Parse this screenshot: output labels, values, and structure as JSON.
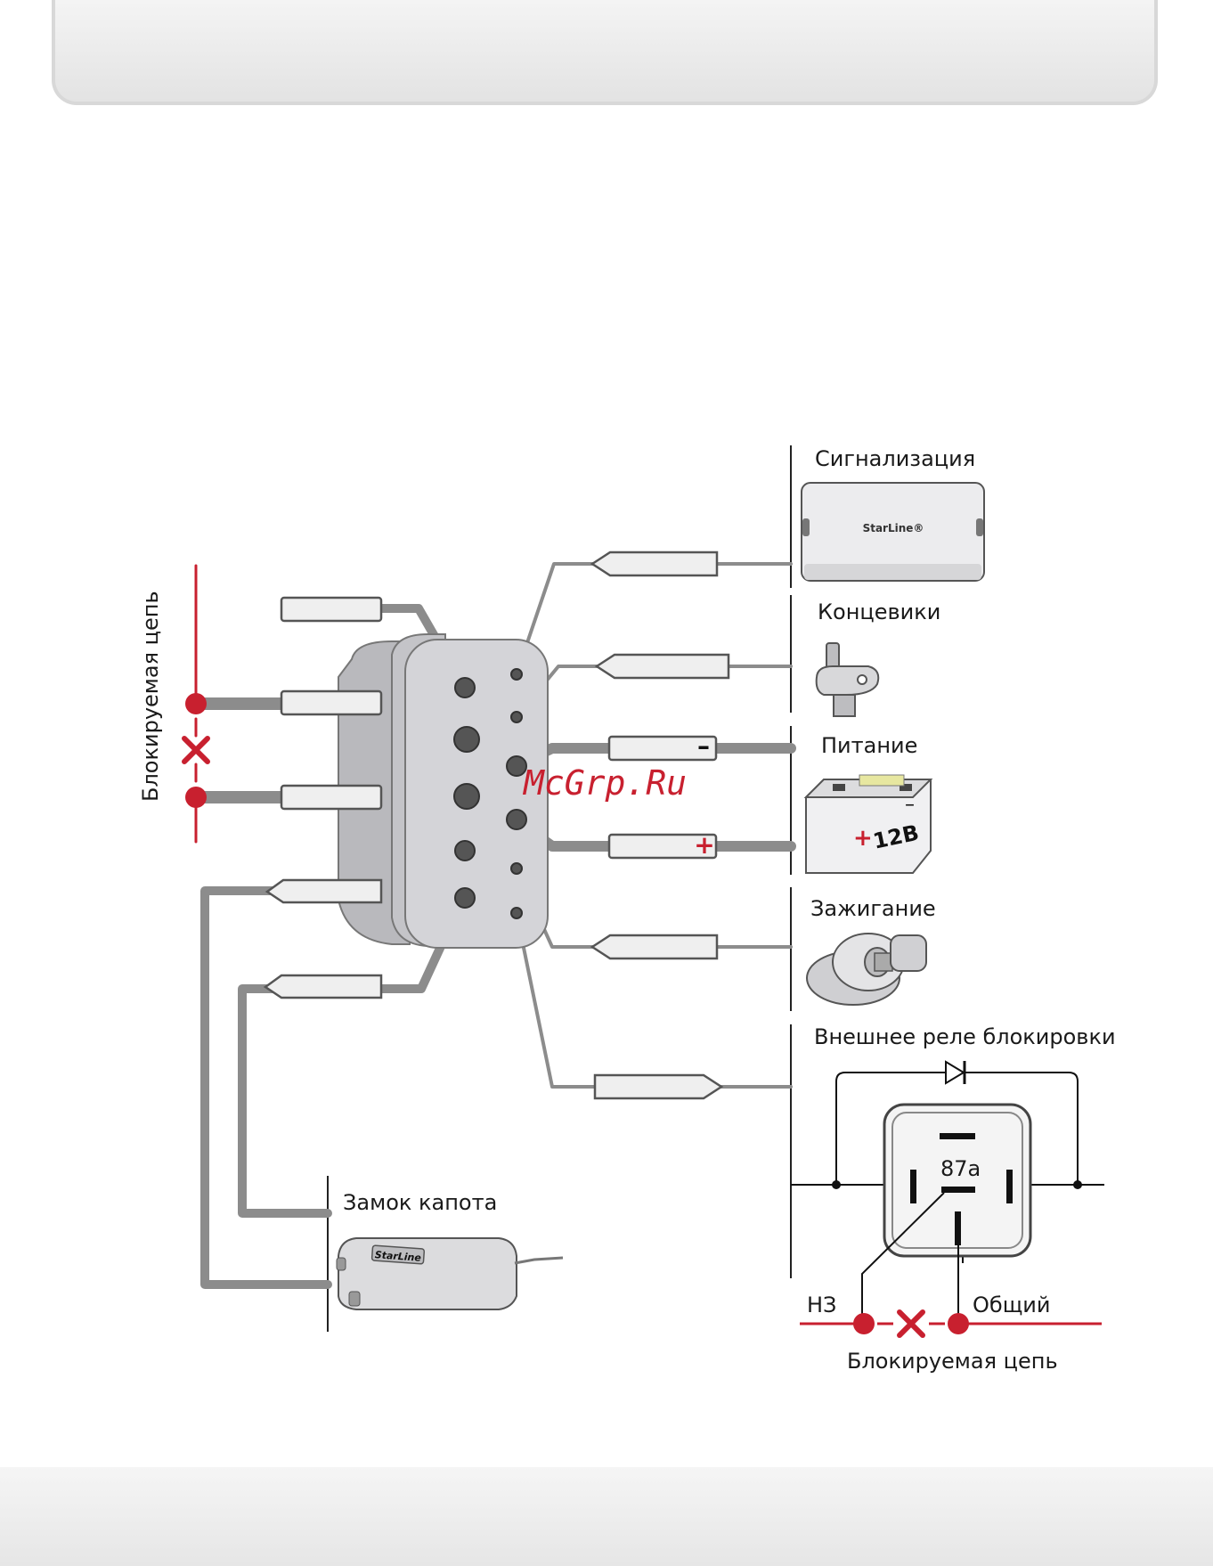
{
  "labels": {
    "alarm": "Сигнализация",
    "door_switches": "Концевики",
    "power": "Питание",
    "ignition": "Зажигание",
    "external_relay": "Внешнее реле блокировки",
    "hood_lock": "Замок капота",
    "blocked_circuit_left": "Блокируемая цепь",
    "blocked_circuit_bottom": "Блокируемая цепь",
    "nc": "НЗ",
    "common": "Общий",
    "relay_pin": "87а",
    "battery_voltage": "12В",
    "minus_sign": "–",
    "plus_sign": "+",
    "battery_plus": "+",
    "battery_minus": "–",
    "alarm_brand": "StarLine®",
    "hood_brand": "StarLine",
    "watermark": "McGrp.Ru"
  },
  "colors": {
    "accent_red": "#c8202f",
    "wire_gray": "#8c8c8c",
    "connector_gray": "#c9c9cc"
  }
}
